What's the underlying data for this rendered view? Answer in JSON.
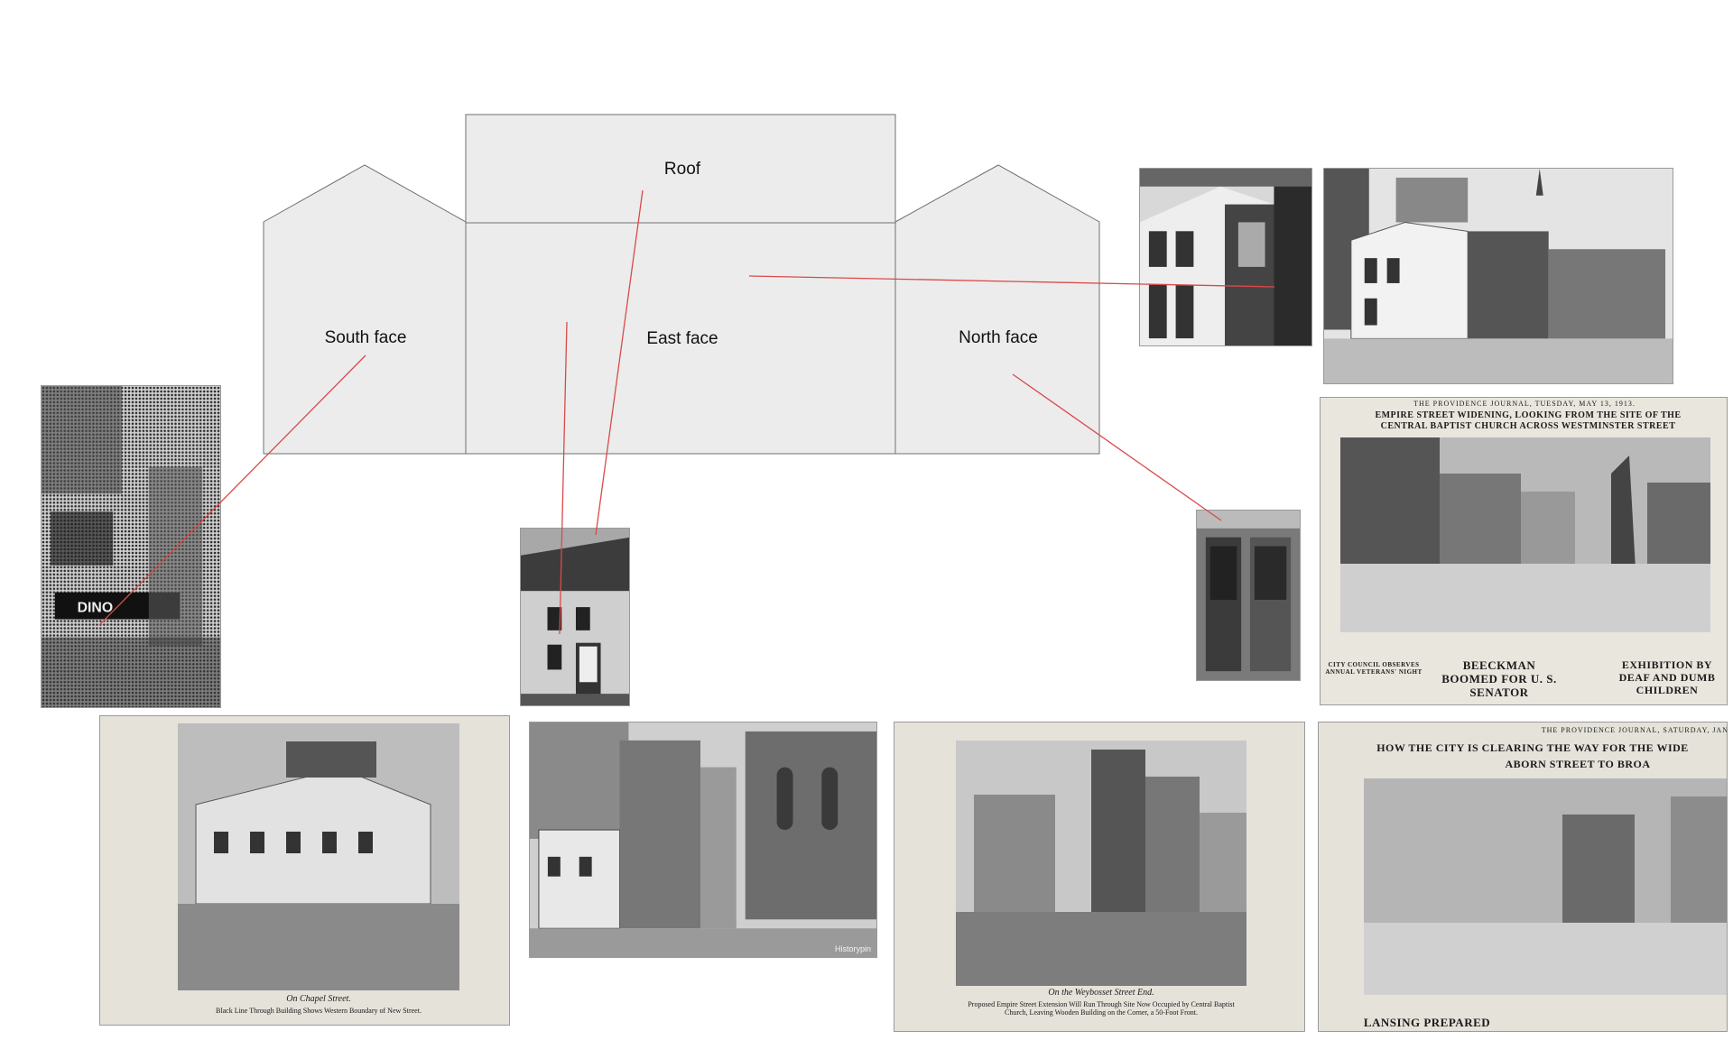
{
  "diagram": {
    "faces": {
      "roof": "Roof",
      "south": "South face",
      "east": "East face",
      "north": "North face"
    },
    "colors": {
      "panel_fill": "#ececec",
      "panel_stroke": "#6f6f6f",
      "connector": "#d94a4a"
    }
  },
  "clippings": {
    "journal_tuesday": {
      "masthead": "THE PROVIDENCE JOURNAL, TUESDAY, MAY 13, 1913.",
      "headline": "EMPIRE STREET WIDENING, LOOKING FROM THE SITE OF THE CENTRAL BAPTIST CHURCH ACROSS WESTMINSTER STREET",
      "bottom_headline_1": "BEECKMAN BOOMED FOR U. S. SENATOR",
      "bottom_headline_2": "EXHIBITION BY DEAF AND DUMB CHILDREN",
      "bottom_headline_3": "CITY COUNCIL OBSERVES ANNUAL VETERANS' NIGHT"
    },
    "chapel_street": {
      "caption": "On Chapel Street.",
      "subcaption": "Black Line Through Building Shows Western Boundary of New Street."
    },
    "weybosset_street": {
      "caption": "On the Weybosset Street End.",
      "subcaption": "Proposed Empire Street Extension Will Run Through Site Now Occupied by Central Baptist Church, Leaving Wooden Building on the Corner, a 50-Foot Front."
    },
    "journal_saturday": {
      "masthead": "THE PROVIDENCE JOURNAL, SATURDAY, JAN",
      "headline_line1": "HOW THE CITY IS CLEARING THE WAY FOR THE WIDE",
      "headline_line2": "ABORN STREET TO BROA",
      "bottom_headline": "LANSING PREPARED"
    },
    "photo_watermark": "Historypin"
  }
}
